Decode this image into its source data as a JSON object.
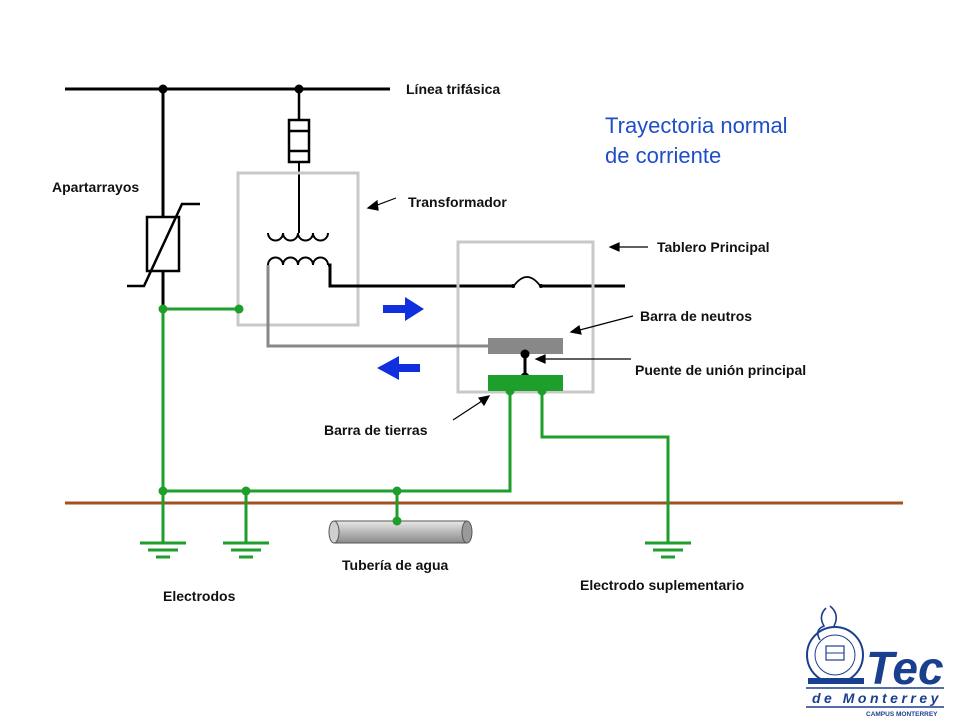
{
  "diagram": {
    "title_line1": "Trayectoria normal",
    "title_line2": "de corriente",
    "labels": {
      "linea_trifasica": "Línea trifásica",
      "apartarrayos": "Apartarrayos",
      "transformador": "Transformador",
      "tablero_principal": "Tablero Principal",
      "barra_neutros": "Barra de neutros",
      "puente_union": "Puente de unión principal",
      "barra_tierras": "Barra de tierras",
      "tuberia_agua": "Tubería de agua",
      "electrodos": "Electrodos",
      "electrodo_suplementario": "Electrodo suplementario"
    }
  },
  "logo": {
    "brand": "Tec",
    "subtitle": "de Monterrey",
    "campus": "CAMPUS MONTERREY"
  },
  "colors": {
    "ground_wire": "#1e9e2a",
    "earth_line": "#a0521f",
    "neutral_wire": "#888888",
    "arrow": "#1030e0",
    "title": "#1f4ec9",
    "logo": "#1b3f8f"
  }
}
